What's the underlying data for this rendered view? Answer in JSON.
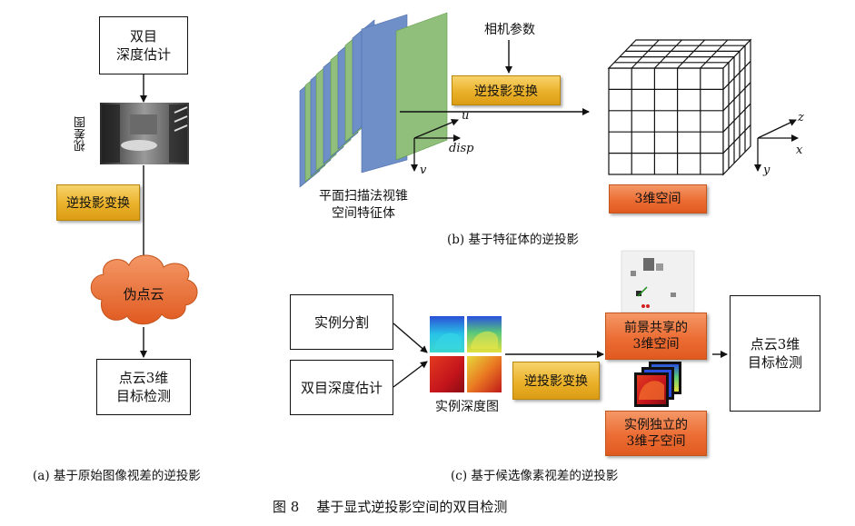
{
  "panel_a": {
    "stereo_box": "双目\n深度估计",
    "disparity_label": "视差图",
    "inverse_projection": "逆投影变换",
    "pseudo_cloud": "伪点云",
    "detection_box": "点云3维\n目标检测",
    "caption": "(a) 基于原始图像视差的逆投影"
  },
  "panel_b": {
    "camera_params": "相机参数",
    "inverse_projection": "逆投影变换",
    "sweep_volume_label": "平面扫描法视锥\n空间特征体",
    "space_label": "3维空间",
    "axis_u": "u",
    "axis_v": "v",
    "axis_disp": "disp",
    "axis_x": "x",
    "axis_y": "y",
    "axis_z": "z",
    "caption": "(b) 基于特征体的逆投影"
  },
  "panel_c": {
    "instance_seg": "实例分割",
    "stereo_box": "双目深度估计",
    "instance_depth_label": "实例深度图",
    "inverse_projection": "逆投影变换",
    "shared_space": "前景共享的\n3维空间",
    "independent_space": "实例独立的\n3维子空间",
    "detection_box": "点云3维\n目标检测",
    "caption": "(c) 基于候选像素视差的逆投影"
  },
  "figure_caption": "图 8    基于显式逆投影空间的双目检测",
  "colors": {
    "gold": "#e9ae2a",
    "orange": "#ec6d34",
    "sheet_blue": "#6f8fc9",
    "sheet_green": "#8fbf7a"
  }
}
